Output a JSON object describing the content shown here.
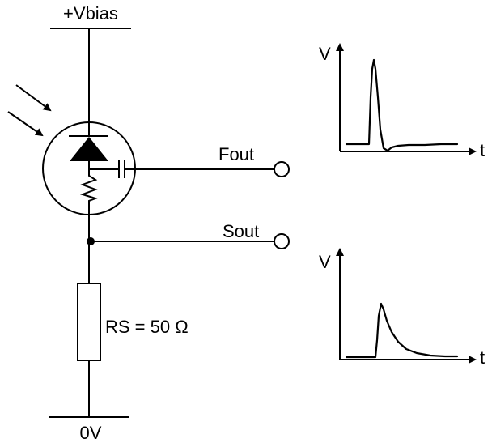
{
  "labels": {
    "vbias": "+Vbias",
    "ground": "0V",
    "fast_out": "Fout",
    "slow_out": "Sout",
    "resistor": "RS = 50 Ω"
  },
  "graphs": {
    "fast": {
      "y_axis": "V",
      "x_axis": "t"
    },
    "slow": {
      "y_axis": "V",
      "x_axis": "t"
    }
  }
}
